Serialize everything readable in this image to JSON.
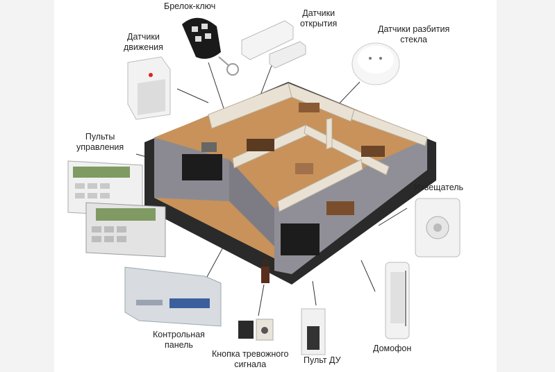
{
  "labels": {
    "keyfob": "Брелок-ключ",
    "door_sensor": [
      "Датчики",
      "открытия"
    ],
    "glass_break": [
      "Датчики разбития",
      "стекла"
    ],
    "motion": [
      "Датчики",
      "движения"
    ],
    "keypads": [
      "Пульты",
      "управления"
    ],
    "siren": "Извещатель",
    "control_panel": [
      "Контрольная",
      "панель"
    ],
    "panic_button": [
      "Кнопка тревожного",
      "сигнала"
    ],
    "remote": "Пульт ДУ",
    "intercom": "Домофон"
  },
  "colors": {
    "wall": "#e9e2d4",
    "brick": "#8b8a92",
    "floor": "#c8925a",
    "base": "#2a2a2a",
    "device_white": "#f2f2f2",
    "lcd": "#7f9a63",
    "panel_blue": "#3a5f9c"
  },
  "icons": {
    "motion": "motion-sensor-icon",
    "keyfob": "keyfob-icon",
    "door": "door-sensor-icon",
    "glass": "glass-break-sensor-icon",
    "siren": "siren-icon",
    "intercom": "intercom-handset-icon"
  }
}
